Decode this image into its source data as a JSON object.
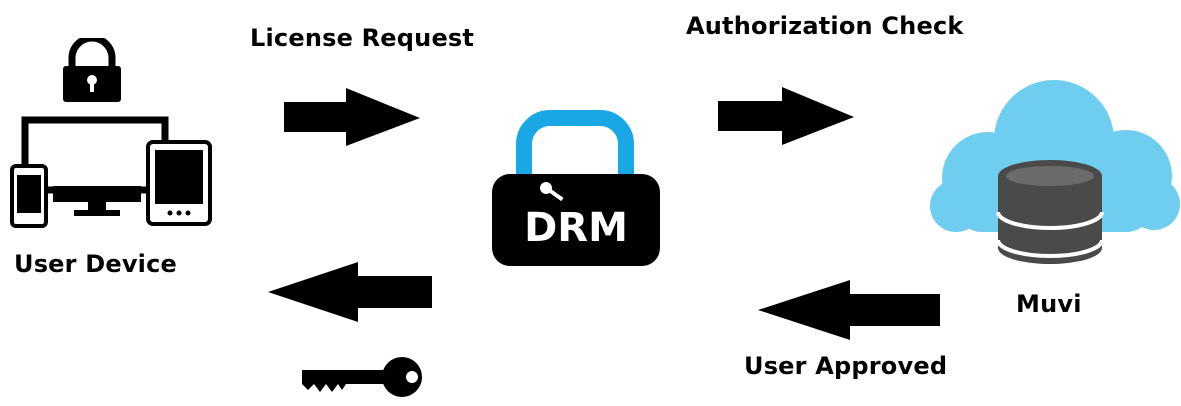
{
  "labels": {
    "user_device": "User Device",
    "license_request": "License Request",
    "authorization_check": "Authorization Check",
    "user_approved": "User Approved",
    "muvi": "Muvi",
    "drm": "DRM"
  },
  "colors": {
    "ink": "#000000",
    "shackle": "#1aa7e6",
    "cloud": "#6fcdf0",
    "database": "#4a4a4a",
    "background": "#ffffff"
  },
  "icons": {
    "user_device": "devices-with-padlock-icon",
    "drm": "drm-padlock-icon",
    "muvi": "cloud-database-icon",
    "key": "key-icon",
    "arrow_right": "arrow-right-icon",
    "arrow_left": "arrow-left-icon"
  }
}
